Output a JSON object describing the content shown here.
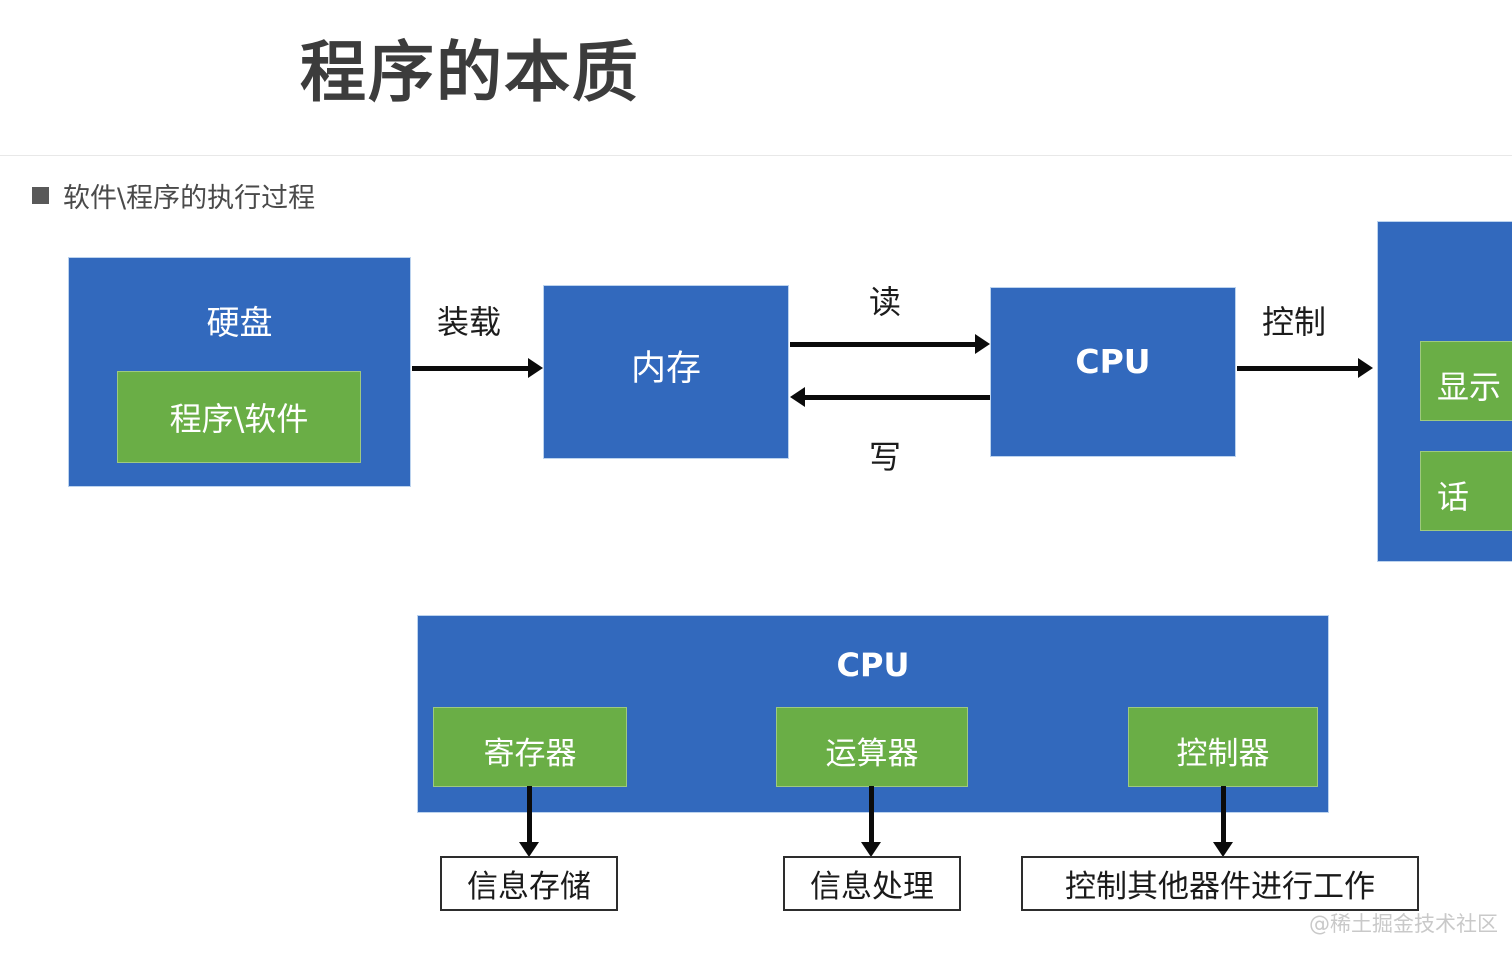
{
  "slide": {
    "title": "程序的本质",
    "bullet": {
      "marker": "square-bullet",
      "text": "软件\\程序的执行过程"
    },
    "watermark": "@稀土掘金技术社区"
  },
  "colors": {
    "blue": "#3269bd",
    "green": "#6aae46",
    "arrow": "#0b0b0b",
    "title": "#3c3c3c",
    "bullet_marker": "#595959",
    "watermark": "#c9c9c9",
    "box_outline": "#2d2d2d"
  },
  "diagram_execution": {
    "name": "软件/程序的执行过程",
    "nodes": [
      {
        "id": "disk",
        "label": "硬盘",
        "type": "blue"
      },
      {
        "id": "program",
        "label": "程序\\软件",
        "type": "green",
        "parent": "disk"
      },
      {
        "id": "memory",
        "label": "内存",
        "type": "blue"
      },
      {
        "id": "cpu",
        "label": "CPU",
        "type": "blue"
      },
      {
        "id": "device",
        "label": "",
        "type": "blue"
      },
      {
        "id": "display",
        "label": "显示",
        "type": "green",
        "parent": "device",
        "clipped": true
      },
      {
        "id": "speaker",
        "label": "话",
        "type": "green",
        "parent": "device",
        "clipped": true
      }
    ],
    "edges": [
      {
        "from": "disk",
        "to": "memory",
        "label": "装载",
        "direction": "right"
      },
      {
        "from": "memory",
        "to": "cpu",
        "label": "读",
        "direction": "right"
      },
      {
        "from": "cpu",
        "to": "memory",
        "label": "写",
        "direction": "left"
      },
      {
        "from": "cpu",
        "to": "device",
        "label": "控制",
        "direction": "right"
      }
    ]
  },
  "diagram_cpu": {
    "title": "CPU",
    "components": [
      {
        "id": "register",
        "label": "寄存器",
        "output": "信息存储"
      },
      {
        "id": "alu",
        "label": "运算器",
        "output": "信息处理"
      },
      {
        "id": "controller",
        "label": "控制器",
        "output": "控制其他器件进行工作"
      }
    ]
  }
}
